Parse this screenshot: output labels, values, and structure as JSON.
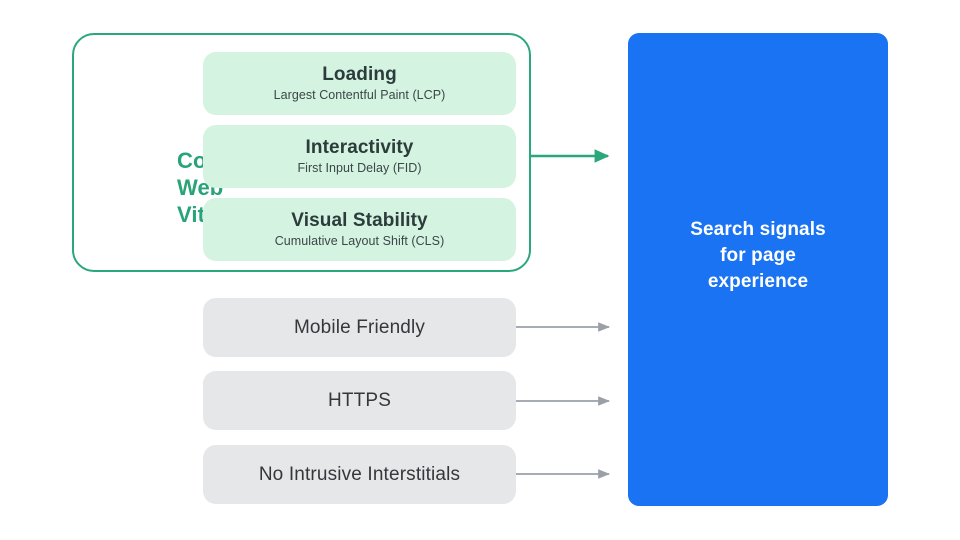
{
  "diagram": {
    "title": "Search signals for page experience",
    "colors": {
      "green_accent": "#2BA77C",
      "green_label": "#29A378",
      "green_card_bg": "#D4F3E1",
      "gray_box_bg": "#E6E7E9",
      "blue_panel": "#1A73F2",
      "arrow_gray": "#9AA0A6",
      "text_dark": "#2C3B3C",
      "background": "#FFFFFF"
    },
    "core_web_vitals": {
      "group_label": "Core\nWeb\nVitals",
      "group_label_lines": [
        "Core",
        "Web",
        "Vitals"
      ],
      "cards": [
        {
          "title": "Loading",
          "subtitle": "Largest Contentful Paint (LCP)",
          "abbr": "LCP"
        },
        {
          "title": "Interactivity",
          "subtitle": "First Input Delay (FID)",
          "abbr": "FID"
        },
        {
          "title": "Visual Stability",
          "subtitle": "Cumulative Layout Shift (CLS)",
          "abbr": "CLS"
        }
      ]
    },
    "other_signals": [
      {
        "label": "Mobile Friendly"
      },
      {
        "label": "HTTPS"
      },
      {
        "label": "No Intrusive Interstitials"
      }
    ],
    "destination": {
      "text": "Search signals\nfor page\nexperience",
      "lines": [
        "Search signals",
        "for page",
        "experience"
      ]
    },
    "arrows": [
      {
        "name": "core-web-vitals-to-search-signals",
        "color": "#2BA77C"
      },
      {
        "name": "mobile-friendly-to-search-signals",
        "color": "#9AA0A6"
      },
      {
        "name": "https-to-search-signals",
        "color": "#9AA0A6"
      },
      {
        "name": "no-intrusive-interstitials-to-search-signals",
        "color": "#9AA0A6"
      }
    ]
  }
}
